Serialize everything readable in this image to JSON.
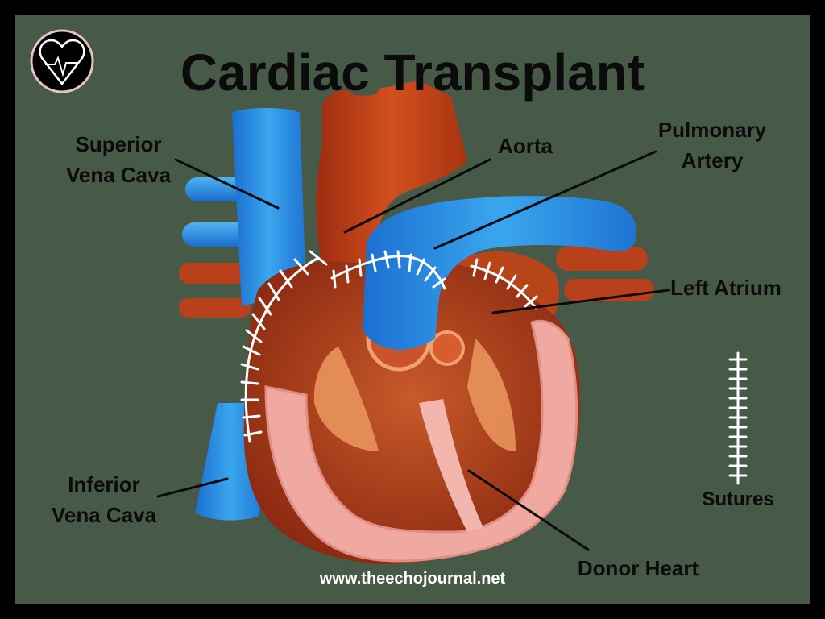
{
  "title": "Cardiac Transplant",
  "website": "www.theechojournal.net",
  "logo_icon": "heart-ecg-logo-icon",
  "colors": {
    "background": "#475a48",
    "border": "#000000",
    "vessel_blue": "#2a8fe0",
    "vessel_red": "#c0441c",
    "myocardium": "#f0a9a0",
    "sutures": "#ffffff",
    "text": "#0b0b0b"
  },
  "labels": {
    "svc_line1": "Superior",
    "svc_line2": "Vena Cava",
    "aorta": "Aorta",
    "pa_line1": "Pulmonary",
    "pa_line2": "Artery",
    "left_atrium": "Left Atrium",
    "ivc_line1": "Inferior",
    "ivc_line2": "Vena Cava",
    "donor_heart": "Donor Heart",
    "sutures": "Sutures"
  }
}
